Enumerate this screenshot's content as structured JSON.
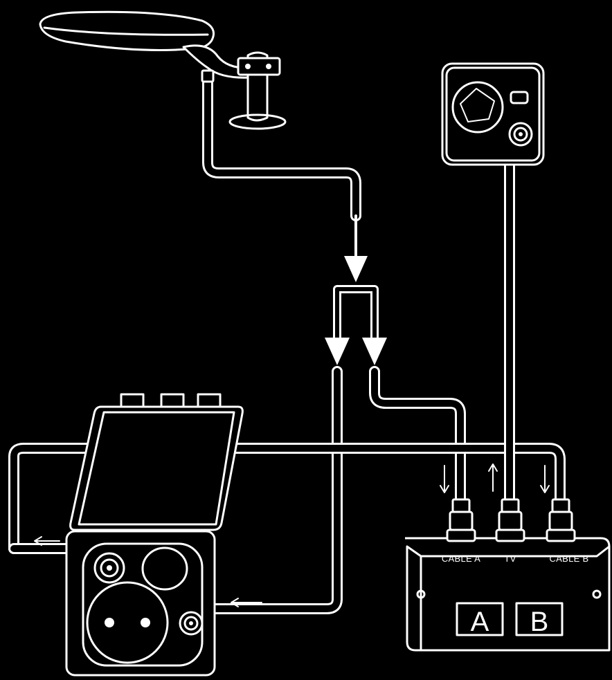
{
  "switchbox": {
    "ports": [
      "CABLE A",
      "TV",
      "CABLE B"
    ],
    "buttons": [
      "A",
      "B"
    ]
  },
  "colors": {
    "background": "#000000",
    "line": "#ffffff"
  }
}
